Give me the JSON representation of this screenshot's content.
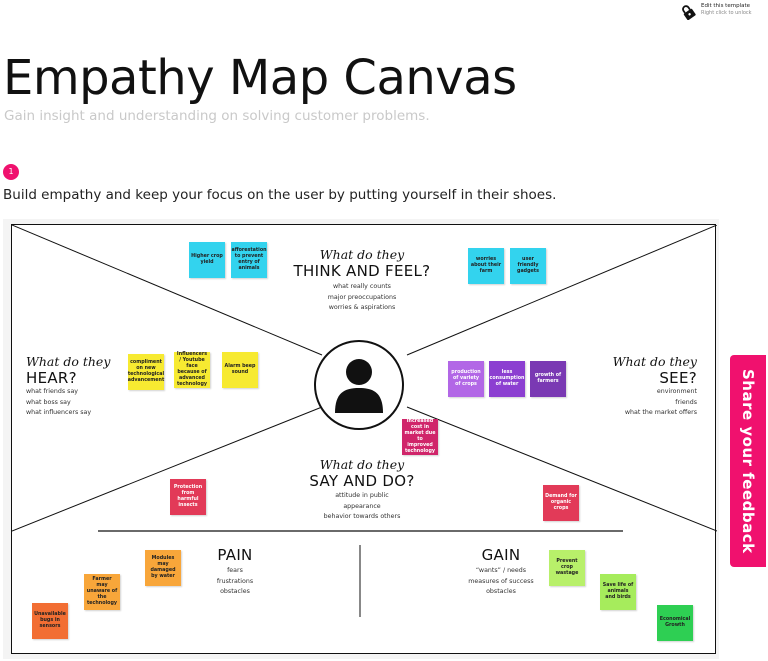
{
  "lock": {
    "title": "Edit this template",
    "subtitle": "Right click to unlock",
    "icon": "lock-icon"
  },
  "header": {
    "title": "Empathy Map Canvas",
    "subtitle": "Gain insight and understanding on solving customer problems."
  },
  "step": {
    "number": "1",
    "text": "Build empathy and keep your focus on the user by putting yourself in their shoes."
  },
  "map": {
    "center_icon": "person-icon",
    "think": {
      "script": "What do they",
      "title": "THINK AND FEEL?",
      "hints": [
        "what really counts",
        "major preoccupations",
        "worries & aspirations"
      ]
    },
    "hear": {
      "script": "What do they",
      "title": "HEAR?",
      "hints": [
        "what friends say",
        "what boss say",
        "what influencers say"
      ]
    },
    "see": {
      "script": "What do they",
      "title": "SEE?",
      "hints": [
        "environment",
        "friends",
        "what the market offers"
      ]
    },
    "say": {
      "script": "What do they",
      "title": "SAY AND DO?",
      "hints": [
        "attitude in public",
        "appearance",
        "behavior towards others"
      ]
    },
    "pain": {
      "title": "PAIN",
      "hints": [
        "fears",
        "frustrations",
        "obstacles"
      ]
    },
    "gain": {
      "title": "GAIN",
      "hints": [
        "“wants” / needs",
        "measures of success",
        "obstacles"
      ]
    }
  },
  "notes": {
    "think": [
      "Higher crop yield",
      "afforestation to prevent entry of animals",
      "worries about their farm",
      "user friendly gadgets"
    ],
    "hear": [
      "compliment on new technological advancement",
      "Influencers / Youtube face because of advanced technology",
      "Alarm beep sound"
    ],
    "see": [
      "production of variety of crops",
      "less consumption of water",
      "growth of farmers"
    ],
    "say": [
      "Increased cost in market due to improved technology",
      "Protection from harmful insects",
      "Demand for organic crops"
    ],
    "pain": [
      "Modules may damaged by water",
      "Farmer may unaware of the technology",
      "Unavailable bugs in sensors"
    ],
    "gain": [
      "Prevent crop wastage",
      "Save life of animals and birds",
      "Economical Growth"
    ]
  },
  "colors": {
    "cyan": "#33d3ee",
    "yellow": "#f7ea31",
    "purple_light": "#b267e6",
    "purple": "#8c3fd1",
    "purple_dark": "#7a39b3",
    "magenta": "#d0256a",
    "red_pink": "#e23a58",
    "orange": "#f8a63a",
    "orange_red": "#f26e33",
    "lime": "#b8f06a",
    "lime2": "#a6ec5c",
    "green": "#2ecf53",
    "accent": "#f0116e"
  },
  "feedback": {
    "label": "Share your feedback"
  }
}
